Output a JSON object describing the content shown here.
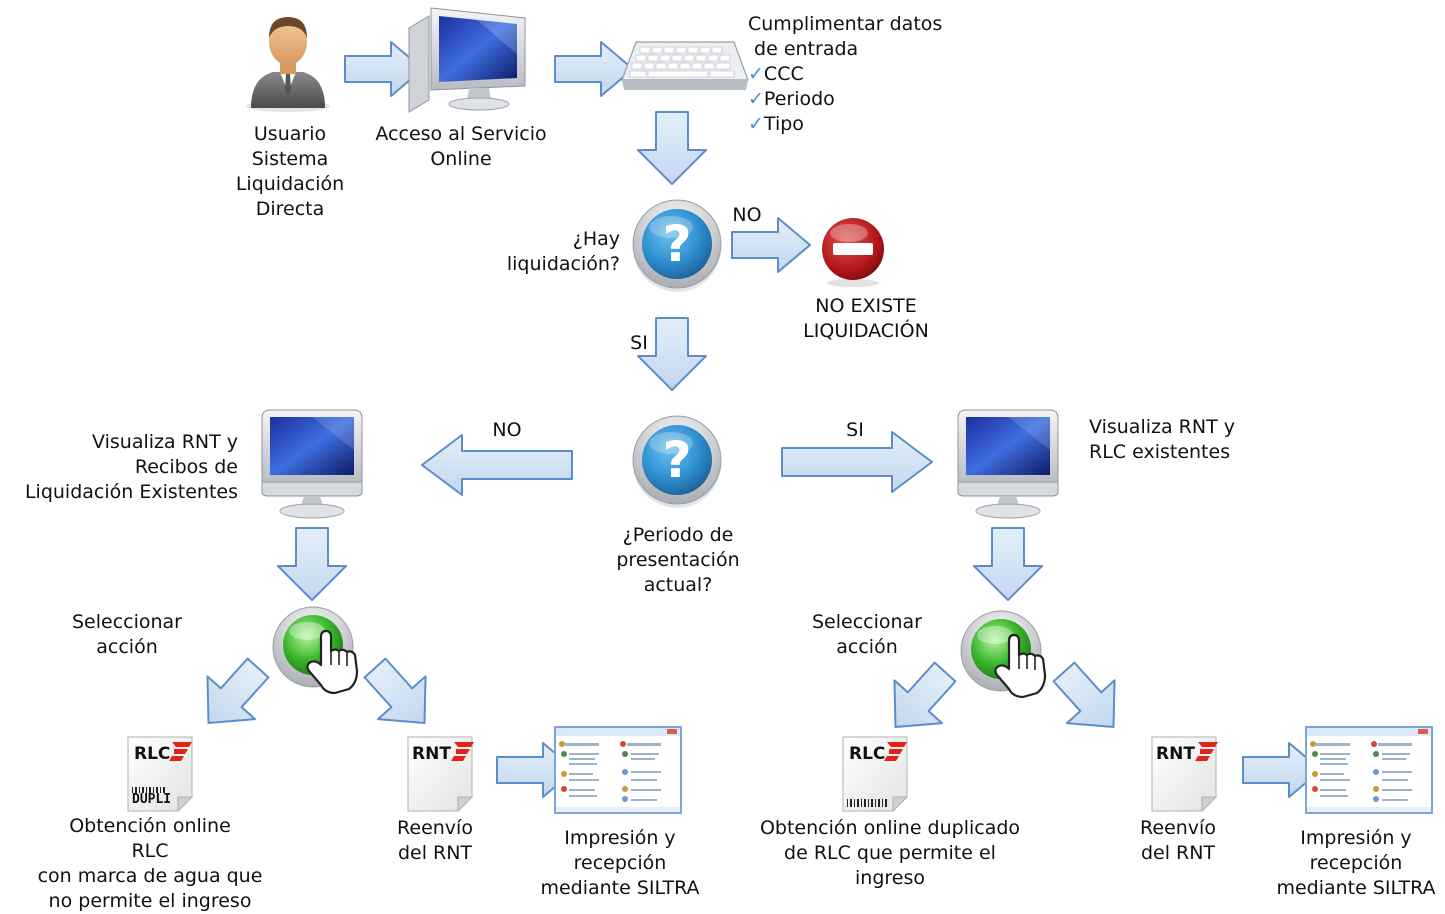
{
  "top": {
    "user_label": [
      "Usuario",
      "Sistema",
      "Liquidación",
      "Directa"
    ],
    "access_label": [
      "Acceso al Servicio",
      "Online"
    ],
    "input_title": [
      "Cumplimentar datos",
      " de entrada"
    ],
    "input_items": [
      "CCC",
      "Periodo",
      "Tipo"
    ]
  },
  "decision1": {
    "question": [
      "¿Hay",
      "liquidación?"
    ],
    "no_label": "NO",
    "no_result": [
      "NO EXISTE",
      "LIQUIDACIÓN"
    ],
    "si_label": "SI"
  },
  "decision2": {
    "question": [
      "¿Periodo de",
      "presentación",
      "actual?"
    ],
    "no_label": "NO",
    "si_label": "SI"
  },
  "left_branch": {
    "view_label": [
      "Visualiza RNT y",
      "Recibos de",
      "Liquidación Existentes"
    ],
    "select_label": [
      "Seleccionar",
      "acción"
    ],
    "rlc_doc": {
      "title": "RLC",
      "watermark": "DUPLI"
    },
    "rnt_doc": {
      "title": "RNT"
    },
    "rlc_caption": [
      "Obtención online",
      "RLC",
      "con marca de agua que",
      "no permite el ingreso"
    ],
    "rnt_caption": [
      "Reenvío",
      "del RNT"
    ],
    "print_caption": [
      "Impresión y",
      "recepción",
      "mediante SILTRA"
    ]
  },
  "right_branch": {
    "view_label": [
      "Visualiza RNT y",
      "RLC existentes"
    ],
    "select_label": [
      "Seleccionar",
      "acción"
    ],
    "rlc_doc": {
      "title": "RLC"
    },
    "rnt_doc": {
      "title": "RNT"
    },
    "rlc_caption": [
      "Obtención online duplicado",
      "de RLC que permite el",
      "ingreso"
    ],
    "rnt_caption": [
      "Reenvío",
      "del RNT"
    ],
    "print_caption": [
      "Impresión y",
      "recepción",
      "mediante SILTRA"
    ]
  },
  "colors": {
    "arrow_fill": "#cfe0f3",
    "arrow_stroke": "#5b8ec9",
    "question_blue": "#2f8fd0",
    "stop_red": "#b3161a",
    "go_green": "#3cb82e",
    "logo_red": "#e0231b"
  },
  "icons": [
    "user-icon",
    "computer-icon",
    "keyboard-icon",
    "question-icon",
    "stop-icon",
    "monitor-icon",
    "press-button-icon",
    "document-icon",
    "window-icon",
    "arrow-icon"
  ]
}
